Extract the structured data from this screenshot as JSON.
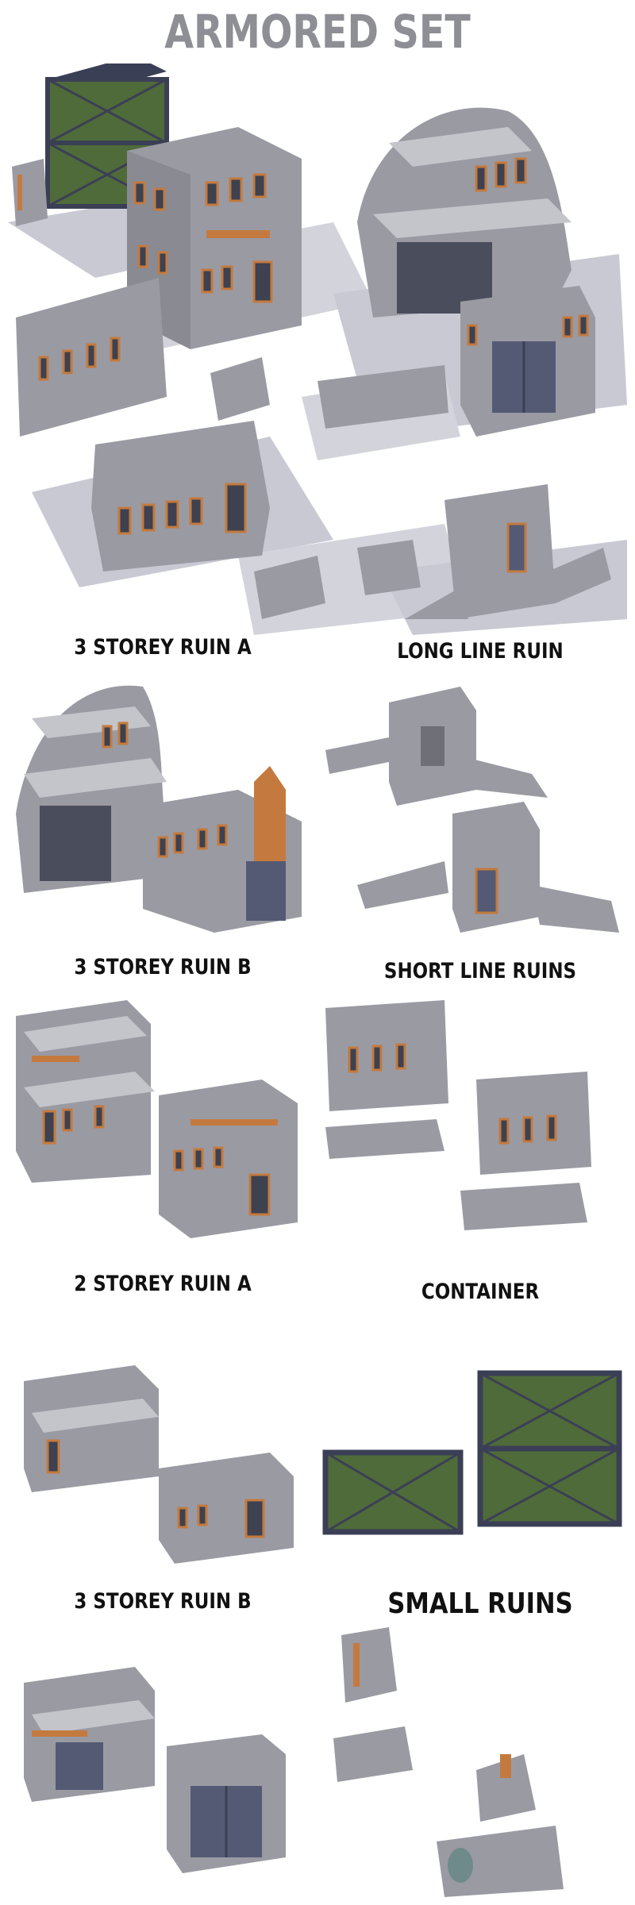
{
  "title": "ARMORED SET",
  "sections": [
    {
      "label": "3 STOREY RUIN A"
    },
    {
      "label": "LONG LINE RUIN"
    },
    {
      "label": "3 STOREY RUIN B"
    },
    {
      "label": "SHORT LINE RUINS"
    },
    {
      "label": "2 STOREY RUIN A"
    },
    {
      "label": "CONTAINER"
    },
    {
      "label": "3 STOREY RUIN B"
    },
    {
      "label": "SMALL RUINS"
    }
  ],
  "colors": {
    "stone": "#9a9aa3",
    "stone_dark": "#6f6f78",
    "stone_light": "#c4c4cb",
    "copper": "#c47a3e",
    "window": "#3d4150",
    "container_green": "#4f6b3a",
    "container_frame": "#3b3f55",
    "ground": "#c8c9d2",
    "title": "#8e8e95"
  }
}
